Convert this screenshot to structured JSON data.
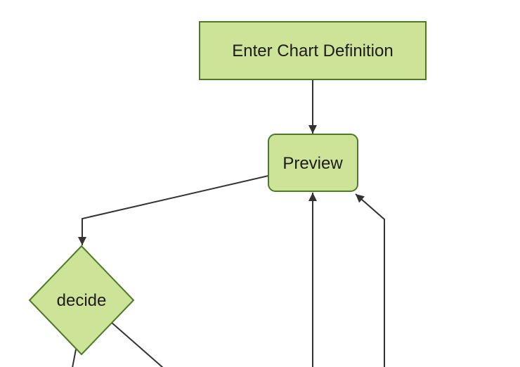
{
  "diagram": {
    "type": "flowchart",
    "direction": "top-down",
    "nodes": [
      {
        "id": "enter-chart-definition",
        "label": "Enter Chart Definition",
        "shape": "rectangle"
      },
      {
        "id": "preview",
        "label": "Preview",
        "shape": "rounded-rectangle"
      },
      {
        "id": "decide",
        "label": "decide",
        "shape": "diamond"
      }
    ],
    "edges": [
      {
        "from": "enter-chart-definition",
        "to": "preview",
        "arrow": true
      },
      {
        "from": "preview",
        "to": "decide",
        "arrow": true
      },
      {
        "from": "offscreen-bottom-left",
        "to": "preview",
        "arrow": true
      },
      {
        "from": "offscreen-bottom-right",
        "to": "preview",
        "arrow": true
      },
      {
        "from": "decide",
        "to": "offscreen-bottom-left",
        "arrow": false
      },
      {
        "from": "decide",
        "to": "offscreen-bottom-right",
        "arrow": false
      }
    ]
  },
  "colors": {
    "background": "#ffffff",
    "node_fill": "#cde498",
    "node_stroke": "#4e7a28",
    "edge_stroke": "#333333",
    "label_color": "#1c1c1c"
  }
}
